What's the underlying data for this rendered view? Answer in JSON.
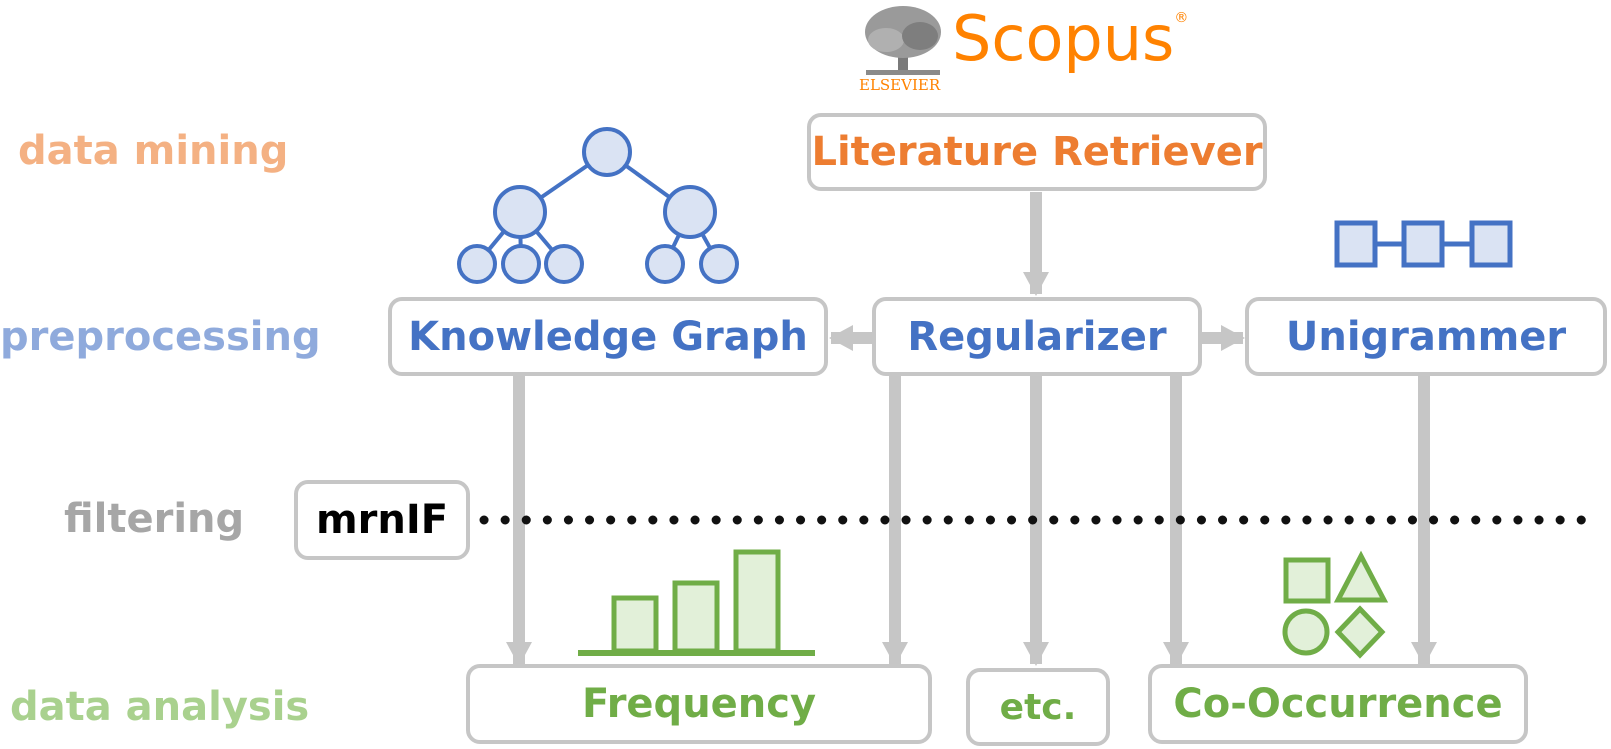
{
  "logo": {
    "brand": "Scopus",
    "publisher": "ELSEVIER",
    "registered_mark": "®",
    "color": "#ff8200"
  },
  "stages": {
    "data_mining": "data mining",
    "preprocessing": "preprocessing",
    "filtering": "filtering",
    "data_analysis": "data analysis"
  },
  "stage_colors": {
    "data_mining": "#f4b183",
    "preprocessing": "#8faadc",
    "filtering": "#a6a6a6",
    "data_analysis": "#a9d18e"
  },
  "modules": {
    "literature_retriever": "Literature Retriever",
    "knowledge_graph": "Knowledge Graph",
    "regularizer": "Regularizer",
    "unigrammer": "Unigrammer",
    "mrnif": "mrnIF",
    "frequency": "Frequency",
    "etc": "etc.",
    "co_occurrence": "Co-Occurrence"
  },
  "colors": {
    "mining": "#ed7d31",
    "preprocessing": "#4472c4",
    "analysis": "#70ad47",
    "arrow": "#c6c6c6",
    "box_border": "#c6c6c6"
  },
  "icons": [
    "tree-icon",
    "chain-icon",
    "bar-chart-icon",
    "shapes-icon",
    "scopus-tree-logo"
  ]
}
